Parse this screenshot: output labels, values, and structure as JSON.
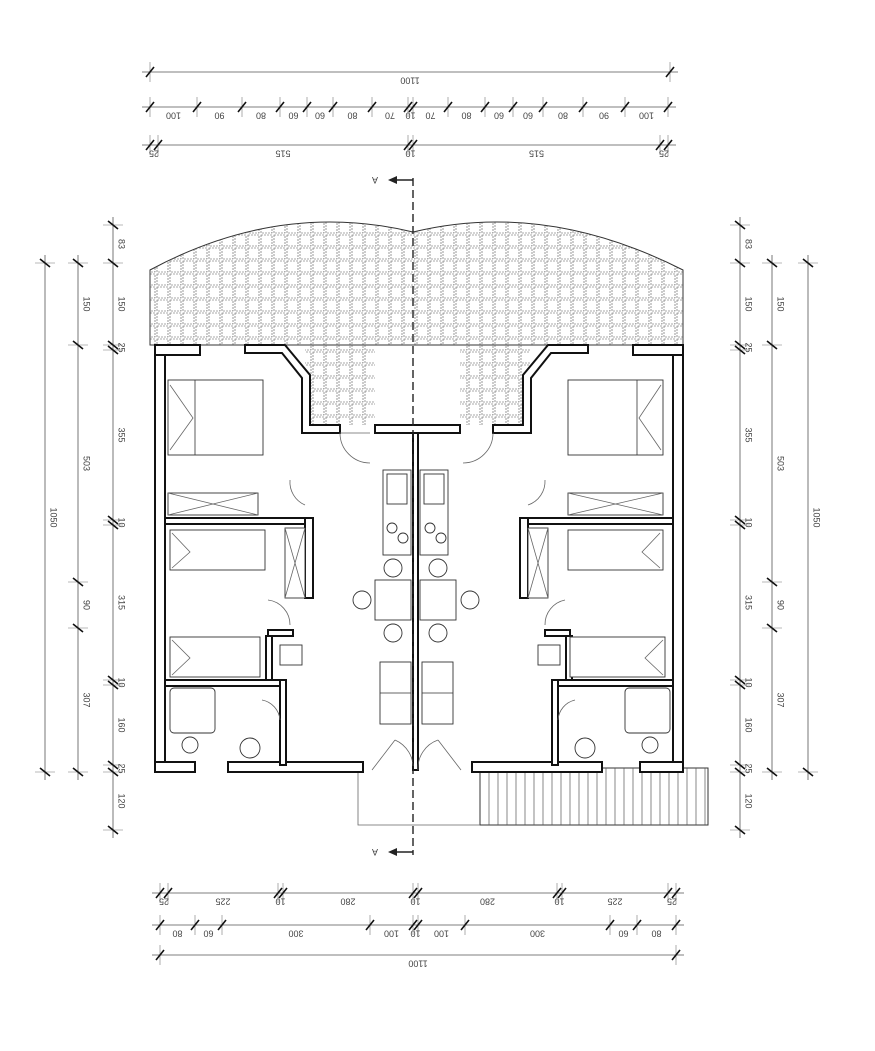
{
  "section_marker": "A",
  "dimensions": {
    "top": {
      "overall": "1100",
      "row2": [
        "100",
        "90",
        "80",
        "60",
        "60",
        "80",
        "70",
        "10",
        "70",
        "80",
        "60",
        "60",
        "80",
        "90",
        "100"
      ],
      "row3": [
        "25",
        "515",
        "10",
        "515",
        "25"
      ]
    },
    "bottom": {
      "row1": [
        "25",
        "225",
        "10",
        "280",
        "10",
        "280",
        "10",
        "225",
        "25"
      ],
      "row2": [
        "80",
        "60",
        "300",
        "100",
        "10",
        "100",
        "300",
        "60",
        "80"
      ],
      "overall": "1100"
    },
    "left": {
      "inner": [
        "83",
        "150",
        "25",
        "355",
        "10",
        "315",
        "10",
        "160",
        "25",
        "120"
      ],
      "middle": [
        "150",
        "503",
        "90",
        "307"
      ],
      "outer": "1050"
    },
    "right": {
      "inner": [
        "83",
        "150",
        "25",
        "355",
        "10",
        "315",
        "10",
        "160",
        "25",
        "120"
      ],
      "middle": [
        "150",
        "503",
        "90",
        "307"
      ],
      "outer": "1050"
    }
  }
}
